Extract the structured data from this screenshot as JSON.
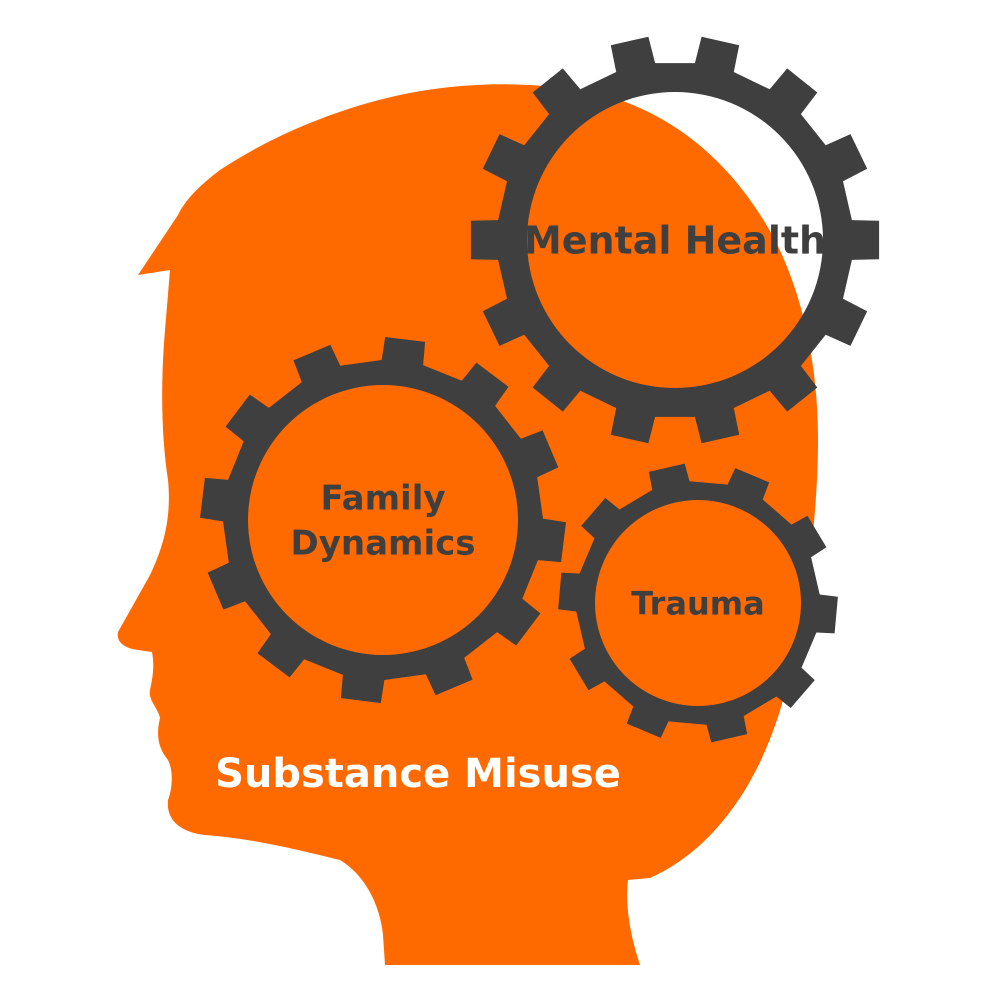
{
  "colors": {
    "head": "#ff6a00",
    "gear": "#3f3f3f",
    "background": "#ffffff",
    "main_label": "#ffffff"
  },
  "diagram": {
    "main_label": "Substance Misuse",
    "gears": [
      {
        "id": "mental-health",
        "label_lines": [
          "Mental Health"
        ]
      },
      {
        "id": "family-dynamics",
        "label_lines": [
          "Family",
          "Dynamics"
        ]
      },
      {
        "id": "trauma",
        "label_lines": [
          "Trauma"
        ]
      }
    ]
  }
}
